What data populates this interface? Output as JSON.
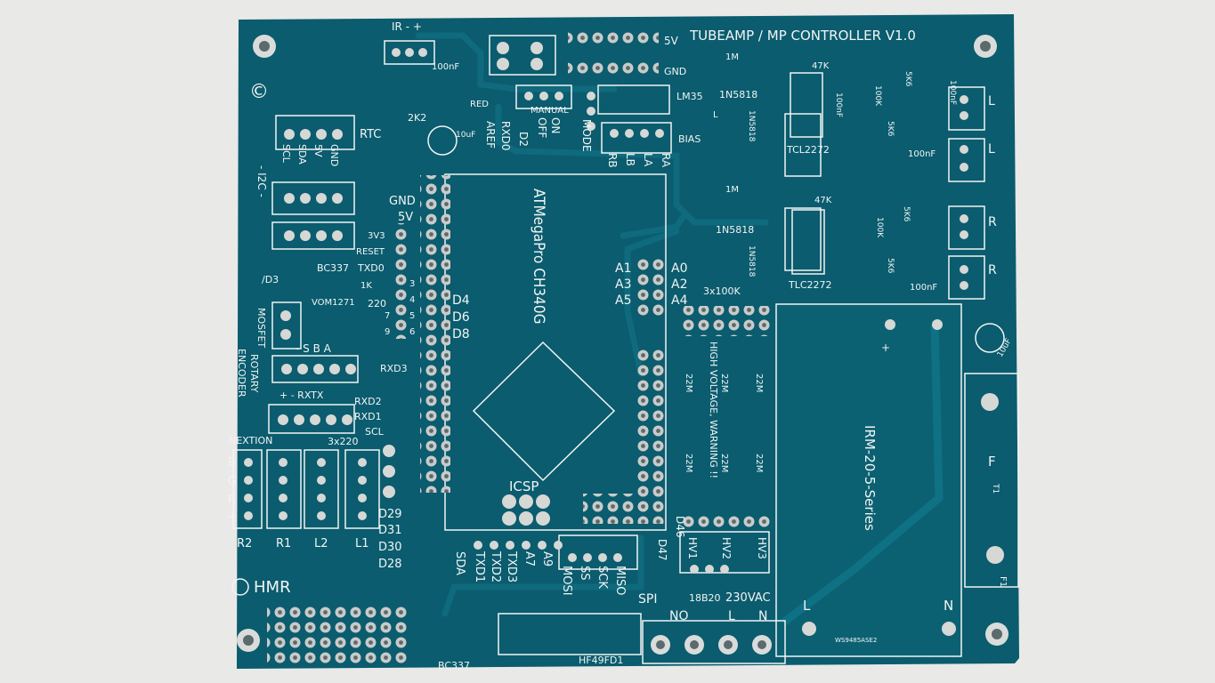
{
  "board": {
    "title": "TUBEAMP / MP CONTROLLER V1.0",
    "copyright": "©",
    "maker": "HMR",
    "colors": {
      "board": "#0a5c6e",
      "copper": "#0e6a7c",
      "silk": "#f2f4f4",
      "pad": "#c9cbc9",
      "background": "#e9e9e7"
    }
  },
  "labels": {
    "ir": "IR - +",
    "c100nf": "100nF",
    "v5": "5V",
    "gnd": "GND",
    "k2k2": "2K2",
    "red": "RED",
    "manual": "MANUAL",
    "on": "ON",
    "off": "OFF",
    "mode": "MODE",
    "aref": "AREF",
    "rxd0": "RXD0",
    "d2": "D2",
    "lm35": "LM35",
    "bias": "BIAS",
    "rb": "RB",
    "lb": "LB",
    "la": "LA",
    "ra": "RA",
    "rtc": "RTC",
    "rtc_pins": [
      "SCL",
      "SDA",
      "5V",
      "GND"
    ],
    "i2c": "- I2C -",
    "c10uf": "10uF",
    "atmega": "ATMegaPro CH340G",
    "gnd2": "GND",
    "v5b": "5V",
    "v3v3": "3V3",
    "reset": "RESET",
    "bc337": "BC337",
    "txd0": "TXD0",
    "k1k": "1K",
    "d3": "/D3",
    "vom": "VOM1271",
    "r220": "220",
    "mosfet": "MOSFET",
    "sba": "- S B A",
    "rotary": "ROTARY",
    "encoder": "ENCODER",
    "plus": "+",
    "minus": "-",
    "rxd3": "RXD3",
    "rxtx": "+ - RXTX",
    "rxd2": "RXD2",
    "rxd1": "RXD1",
    "nextion": "NEXTION",
    "x220": "3x220",
    "scl": "SCL",
    "bgr": [
      "B",
      "G",
      "R",
      "+"
    ],
    "d29": "D29",
    "d31": "D31",
    "d30": "D30",
    "d28": "D28",
    "r2": "R2",
    "r1": "R1",
    "l2": "L2",
    "l1": "L1",
    "pin_nums": [
      "3",
      "4",
      "5",
      "6",
      "7",
      "9"
    ],
    "d_right": [
      "D4",
      "D6",
      "D8"
    ],
    "a_left": [
      "A1",
      "A3",
      "A5"
    ],
    "a_right": [
      "A0",
      "A2",
      "A4"
    ],
    "x100k": "3x100K",
    "hv_warning": "HIGH VOLTAGE, WARNING !!",
    "r22m": "22M",
    "icsp": "ICSP",
    "sda": "SDA",
    "txd1": "TXD1",
    "txd2": "TXD2",
    "txd3": "TXD3",
    "a7": "A7",
    "a9": "A9",
    "mosi": "MOSI",
    "ss": "SS",
    "sck": "SCK",
    "miso": "MISO",
    "spi": "SPI",
    "d46": "D46",
    "d47": "D47",
    "hv1": "HV1",
    "hv2": "HV2",
    "hv3": "HV3",
    "ds18b20": "18B20",
    "vac230": "230VAC",
    "no": "NO",
    "l": "L",
    "n": "N",
    "hf49": "HF49FD1",
    "irm": "IRM-20-5-Series",
    "f": "F",
    "f1": "F1",
    "t1": "T1",
    "ws": "WS9485ASE2",
    "r1m": "1M",
    "r47k": "47K",
    "d1n5818": "1N5818",
    "tcl": "TCL2272",
    "tlc": "TLC2272",
    "r100k": "100K",
    "r5k6": "5K6",
    "cap_l": "100nF",
    "out_l": "L",
    "out_r": "R",
    "neg": "-"
  }
}
